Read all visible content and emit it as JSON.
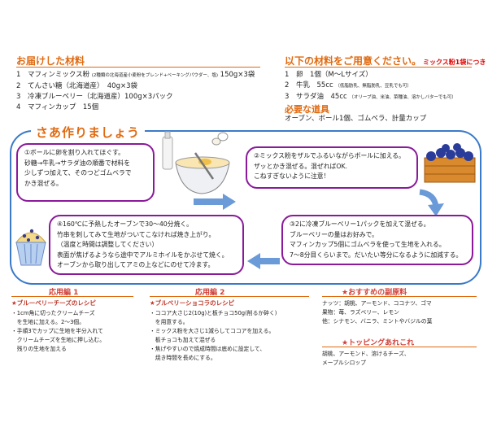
{
  "materials": {
    "title": "お届けした材料",
    "items": [
      {
        "num": "1",
        "text": "マフィンミックス粉",
        "note": "(2種類の北海道産小麦粉をブレンド+ベーキングパウダー、塩)",
        "amount": "150g×3袋"
      },
      {
        "num": "2",
        "text": "てんさい糖（北海道産）　40g×3袋"
      },
      {
        "num": "3",
        "text": "冷凍ブルーベリー（北海道産）100g×3パック"
      },
      {
        "num": "4",
        "text": "マフィンカップ　15個"
      }
    ]
  },
  "prepare": {
    "title": "以下の材料をご用意ください。",
    "subtitle": "ミックス粉1袋につき",
    "items": [
      {
        "num": "1",
        "text": "卵　1個（M～Lサイズ）",
        "note": ""
      },
      {
        "num": "2",
        "text": "牛乳　55cc",
        "note": "（低脂肪乳、無脂肪乳、豆乳でも可）"
      },
      {
        "num": "3",
        "text": "サラダ油　45cc",
        "note": "（オリーブ油、米油、菜種油、溶かしバターでも可）"
      }
    ],
    "tools_title": "必要な道具",
    "tools_text": "オーブン、ボール1個、ゴムベラ、計量カップ"
  },
  "process": {
    "title": "さあ作りましょう",
    "step1": [
      "①ボールに卵を割り入れてほぐす。",
      "砂糖→牛乳→サラダ油の順番で材料を",
      "少しずつ加えて、そのつどゴムベラで",
      "かき混ぜる。"
    ],
    "step2": [
      "②ミックス粉をザルでふるいながらボールに加える。",
      "ザッとかき混ぜる。混ぜればOK.",
      "こねすぎないように注意！"
    ],
    "step3": [
      "③2に冷凍ブルーベリー1パックを加えて混ぜる。",
      "ブルーベリーの量はお好みで。",
      "マフィンカップ5個にゴムベラを使って生地を入れる。",
      "7～8分目くらいまで。だいたい等分になるように加減する。"
    ],
    "step4": [
      "④160℃に予熱したオーブンで30～40分焼く。",
      "竹串を刺してみて生地がついてこなければ焼き上がり。",
      "（温度と時間は調整してください）",
      "表面が焦げるようなら途中でアルミホイルをかぶせて焼く。",
      "オーブンから取り出してアミの上などにのせて冷ます。"
    ]
  },
  "applied1": {
    "title": "応用編 1",
    "subtitle": "★ブルーベリーチーズのレシピ",
    "lines": [
      "・1cm角に切ったクリームチーズ",
      "　を生地に加える。2～3個。",
      "・手順3でカップに生地を半分入れて",
      "　クリームチーズを生地に押し込む。",
      "　残りの生地を加える"
    ]
  },
  "applied2": {
    "title": "応用編 2",
    "subtitle": "★ブルベリーショコラのレシピ",
    "lines": [
      "・ココア大さじ2(10g)と板チョコ50g(削るか砕く)",
      "　を用意する。",
      "・ミックス粉を大さじ1減らしてココアを加える。",
      "　板チョコも加えて混ぜる",
      "・焦げやすいので焼成時間は底めに設定して、",
      "　焼き時間を長めにする。"
    ]
  },
  "recommended": {
    "title": "★おすすめの副原料",
    "lines": [
      "ナッツ：胡桃、アーモンド、ココナツ、ゴマ",
      "果物：苺、ラズベリー、レモン",
      "他：シナモン、バニラ、ミントやバジルの葉"
    ]
  },
  "topping": {
    "title": "★トッピングあれこれ",
    "lines": [
      "胡桃、アーモンド、溶けるチーズ、",
      "メープルシロップ"
    ]
  },
  "colors": {
    "orange": "#e06a10",
    "blue_frame": "#3a7ac8",
    "step_border": "#8a1a9a",
    "red": "#d0403a"
  }
}
